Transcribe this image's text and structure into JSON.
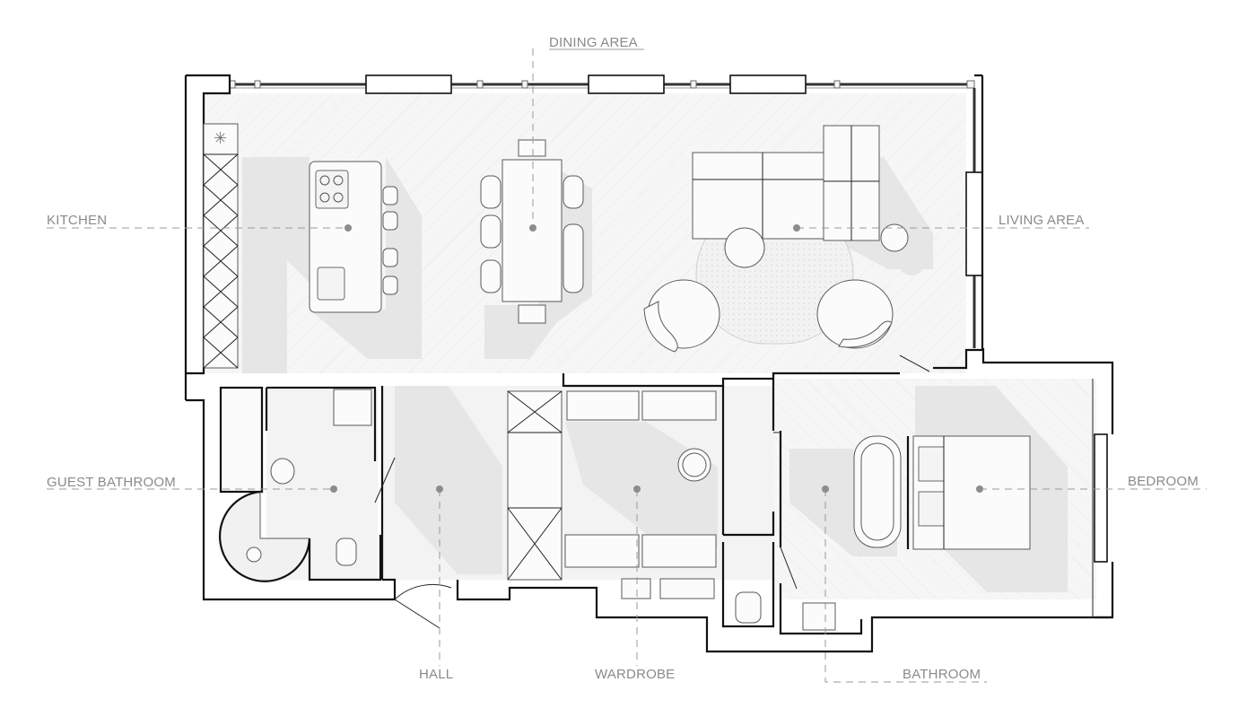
{
  "rooms": {
    "dining_area": "DINING AREA",
    "kitchen": "KITCHEN",
    "living_area": "LIVING AREA",
    "guest_bathroom": "GUEST BATHROOM",
    "bedroom": "BEDROOM",
    "hall": "HALL",
    "wardrobe": "WARDROBE",
    "bathroom": "BATHROOM"
  },
  "colors": {
    "wall": "#111111",
    "label": "#8a8a8a",
    "floor": "#f3f3f3",
    "shadow": "#e6e6e6"
  }
}
